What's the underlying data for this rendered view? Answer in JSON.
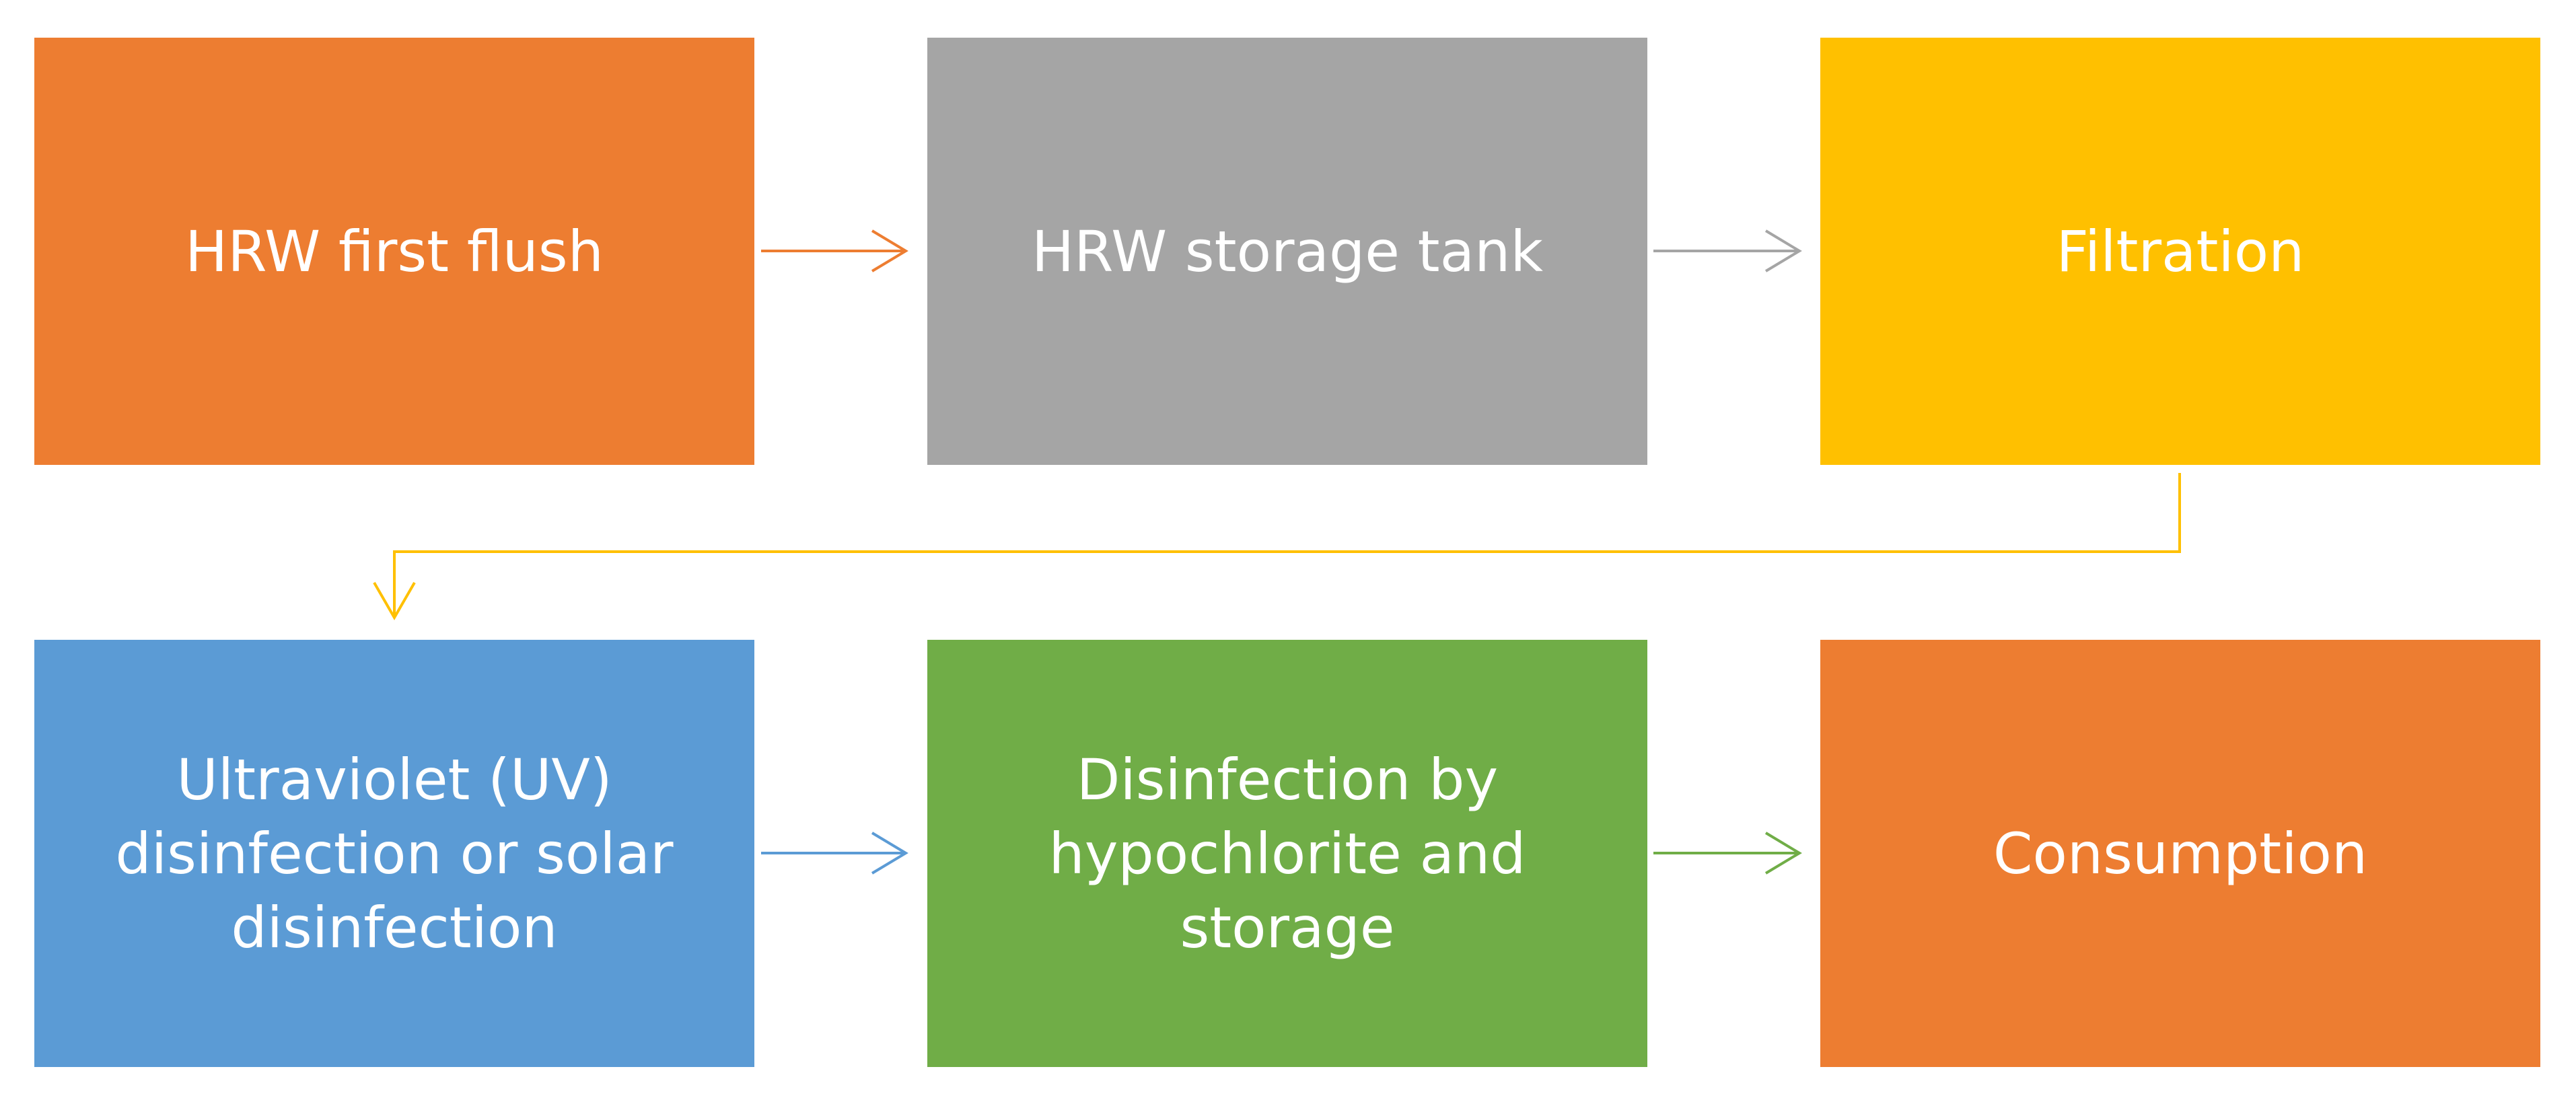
{
  "diagram": {
    "steps": [
      {
        "label": "HRW first flush",
        "color": "#ED7D31"
      },
      {
        "label": "HRW storage tank",
        "color": "#A5A5A5"
      },
      {
        "label": "Filtration",
        "color": "#FFC000"
      },
      {
        "label": "Ultraviolet (UV)\ndisinfection or solar\ndisinfection",
        "color": "#5B9BD5"
      },
      {
        "label": "Disinfection by\nhypochlorite and\nstorage",
        "color": "#70AD47"
      },
      {
        "label": "Consumption",
        "color": "#ED7D31"
      }
    ],
    "connectors": [
      {
        "from": 1,
        "to": 2,
        "color": "#ED7D31"
      },
      {
        "from": 2,
        "to": 3,
        "color": "#A5A5A5"
      },
      {
        "from": 3,
        "to": 4,
        "color": "#FFC000"
      },
      {
        "from": 4,
        "to": 5,
        "color": "#5B9BD5"
      },
      {
        "from": 5,
        "to": 6,
        "color": "#70AD47"
      }
    ]
  }
}
